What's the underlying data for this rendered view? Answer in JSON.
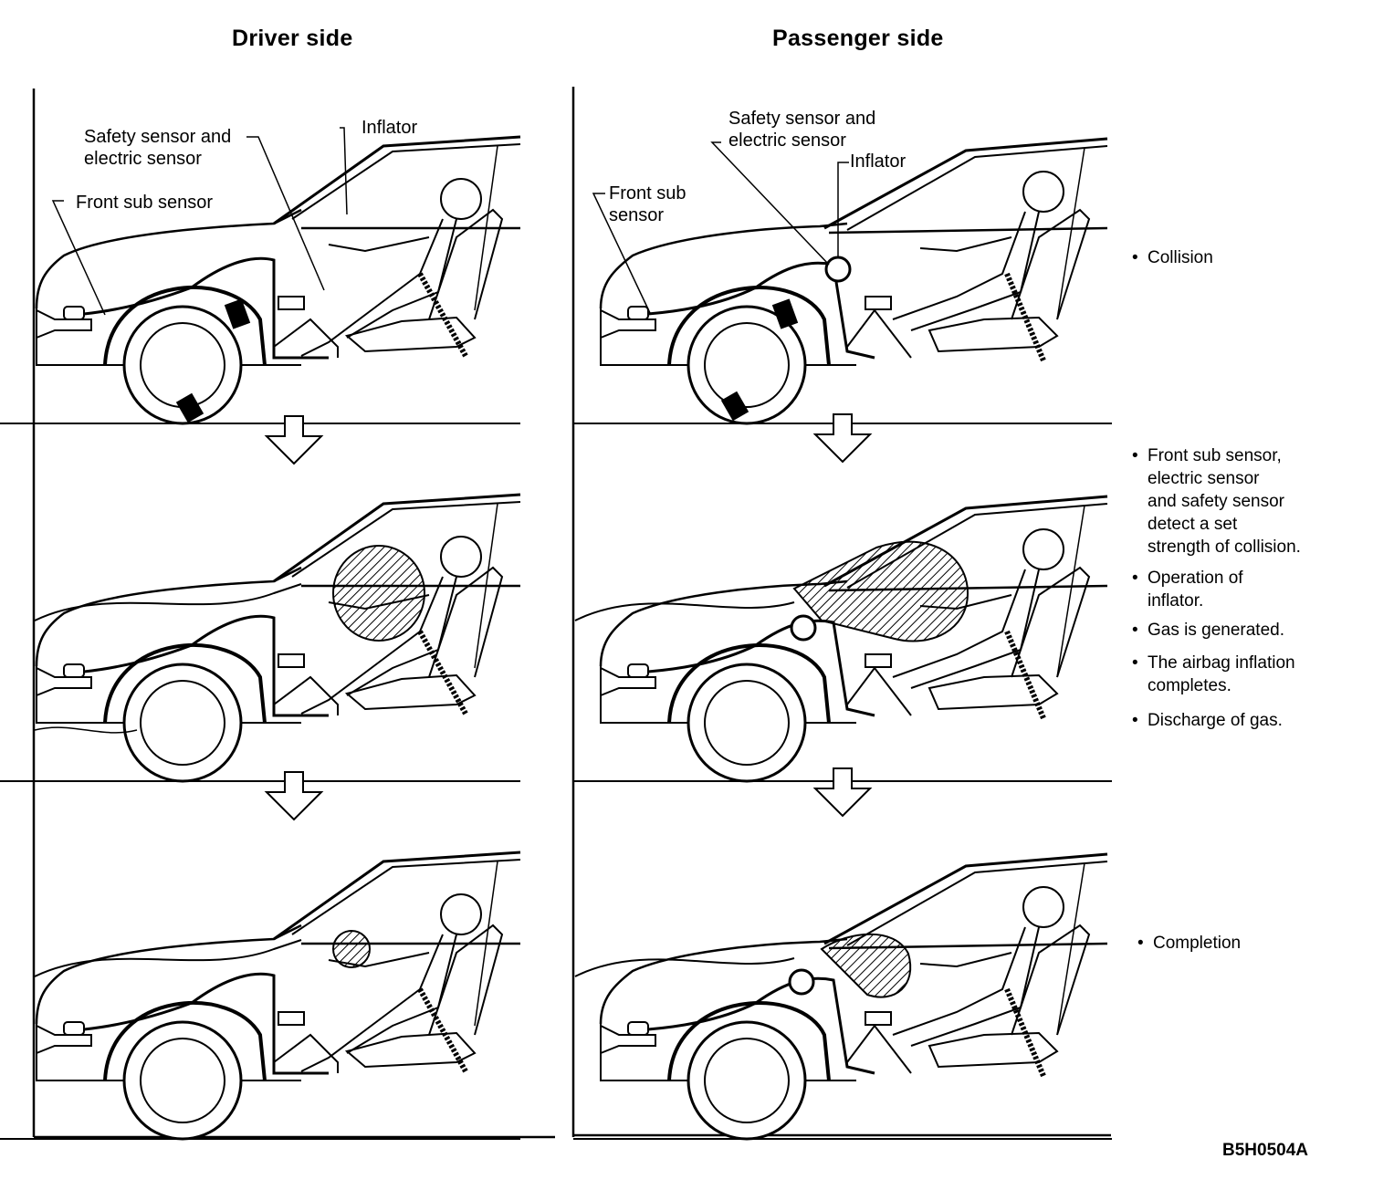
{
  "titles": {
    "driver": "Driver side",
    "passenger": "Passenger side"
  },
  "driver_labels": {
    "safety_sensor": "Safety sensor and\nelectric sensor",
    "inflator": "Inflator",
    "front_sub_sensor": "Front sub sensor"
  },
  "passenger_labels": {
    "safety_sensor": "Safety sensor and\nelectric sensor",
    "inflator": "Inflator",
    "front_sub_sensor": "Front sub\nsensor"
  },
  "steps": {
    "collision": "Collision",
    "detect": "Front sub sensor,\nelectric sensor\nand safety sensor\ndetect a set\nstrength of collision.",
    "operation": "Operation of\ninflator.",
    "gas": "Gas is generated.",
    "inflation": "The airbag inflation\ncompletes.",
    "discharge": "Discharge of gas.",
    "completion": "Completion"
  },
  "bullet": "•",
  "doc_code": "B5H0504A"
}
